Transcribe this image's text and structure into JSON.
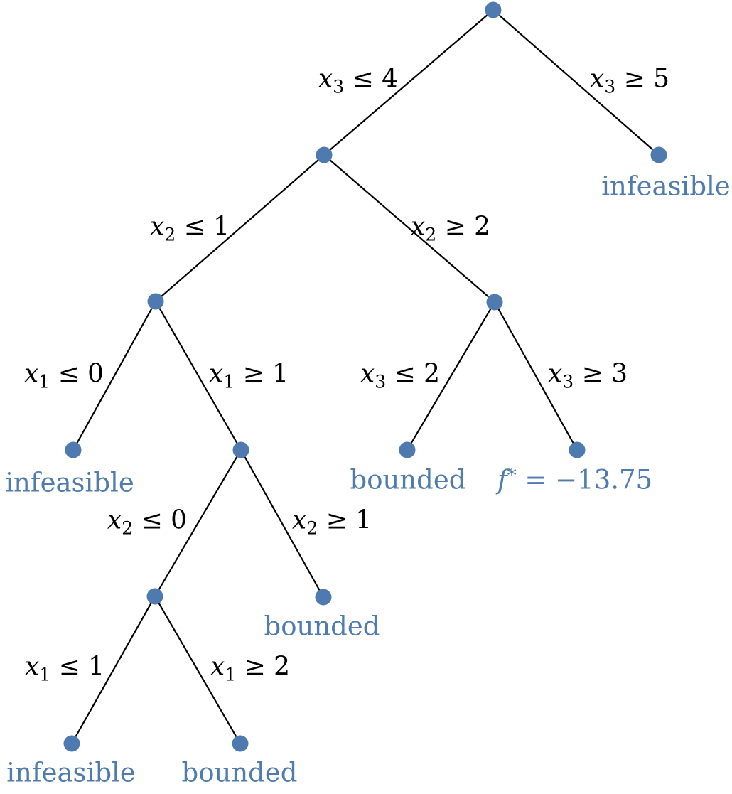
{
  "tree": {
    "figure": "branch-and-bound tree",
    "colors": {
      "node_fill": "#4e7ab0",
      "edge_stroke": "#000000",
      "branch_text": "#000000",
      "leaf_text": "#4f7cad",
      "background": "#ffffff"
    },
    "branch_labels": [
      {
        "var": "x",
        "sub": "3",
        "rest": " ≤ 4"
      },
      {
        "var": "x",
        "sub": "3",
        "rest": " ≥ 5"
      },
      {
        "var": "x",
        "sub": "2",
        "rest": " ≤ 1"
      },
      {
        "var": "x",
        "sub": "2",
        "rest": " ≥ 2"
      },
      {
        "var": "x",
        "sub": "1",
        "rest": " ≤ 0"
      },
      {
        "var": "x",
        "sub": "1",
        "rest": " ≥ 1"
      },
      {
        "var": "x",
        "sub": "3",
        "rest": " ≤ 2"
      },
      {
        "var": "x",
        "sub": "3",
        "rest": " ≥ 3"
      },
      {
        "var": "x",
        "sub": "2",
        "rest": " ≤ 0"
      },
      {
        "var": "x",
        "sub": "2",
        "rest": " ≥ 1"
      },
      {
        "var": "x",
        "sub": "1",
        "rest": " ≤ 1"
      },
      {
        "var": "x",
        "sub": "1",
        "rest": " ≥ 2"
      }
    ],
    "leaf_labels": [
      {
        "text": "infeasible"
      },
      {
        "text": "infeasible"
      },
      {
        "text": "bounded"
      },
      {
        "var": "f",
        "sup": "*",
        "rest": " = −13.75"
      },
      {
        "text": "bounded"
      },
      {
        "text": "infeasible"
      },
      {
        "text": "bounded"
      }
    ]
  }
}
